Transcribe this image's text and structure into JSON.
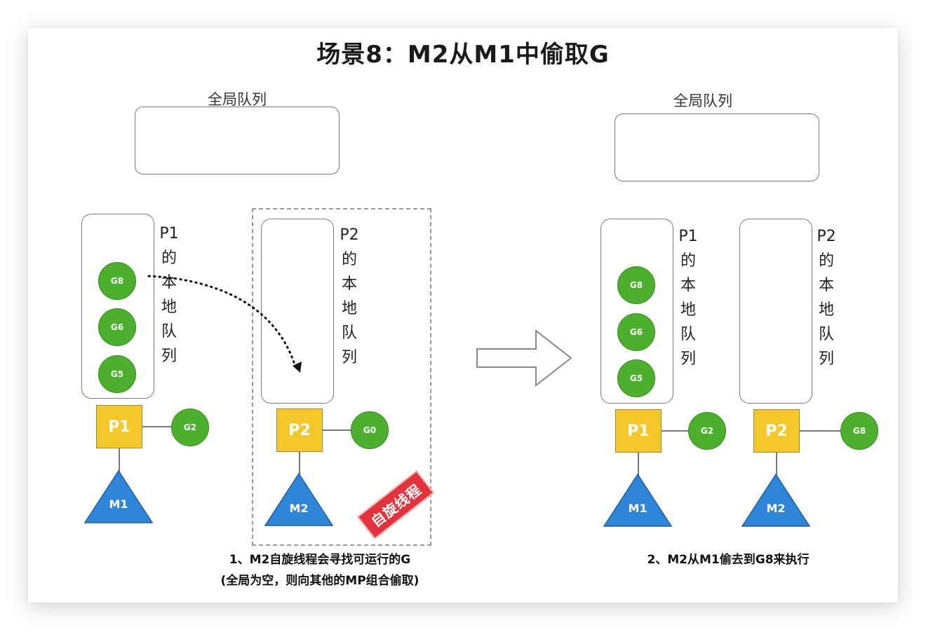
{
  "title": "场景8：M2从M1中偷取G",
  "left": {
    "global_queue_label": "全局队列",
    "p1_queue_label": [
      "P1",
      "的",
      "本",
      "地",
      "队",
      "列"
    ],
    "p2_queue_label": [
      "P2",
      "的",
      "本",
      "地",
      "队",
      "列"
    ],
    "p1_queue_items": [
      "G8",
      "G6",
      "G5"
    ],
    "p1_label": "P1",
    "p1_running_g": "G2",
    "m1_label": "M1",
    "p2_label": "P2",
    "p2_running_g": "G0",
    "m2_label": "M2",
    "spinning_stamp": "自旋线程",
    "caption_line1": "1、M2自旋线程会寻找可运行的G",
    "caption_line2": "(全局为空，则向其他的MP组合偷取)"
  },
  "right": {
    "global_queue_label": "全局队列",
    "p1_queue_label": [
      "P1",
      "的",
      "本",
      "地",
      "队",
      "列"
    ],
    "p2_queue_label": [
      "P2",
      "的",
      "本",
      "地",
      "队",
      "列"
    ],
    "p1_queue_items": [
      "G8",
      "G6",
      "G5"
    ],
    "p1_label": "P1",
    "p1_running_g": "G2",
    "m1_label": "M1",
    "p2_label": "P2",
    "p2_running_g": "G8",
    "m2_label": "M2",
    "caption": "2、M2从M1偷去到G8来执行"
  },
  "colors": {
    "goroutine": "#4caf2e",
    "processor": "#f4c82a",
    "machine": "#2f86d8",
    "stamp": "#e2323b"
  }
}
